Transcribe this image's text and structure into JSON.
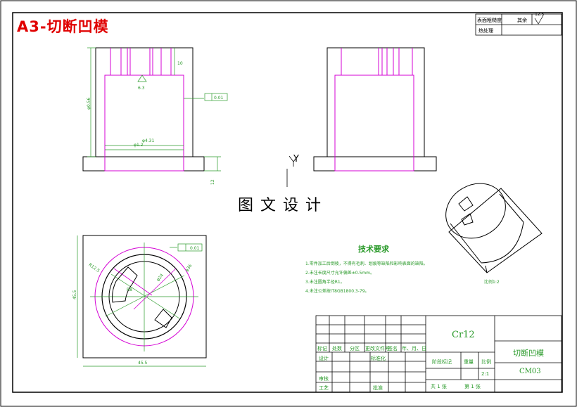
{
  "title": "A3-切断凹模",
  "brand_text": "图文设计",
  "tech_requirements": {
    "heading": "技术要求",
    "items": [
      "1.零件加工后倒棱，不得有毛刺、划痕等缺陷和影响表面的缺陷。",
      "2.未注长度尺寸允许偏差±0.5mm。",
      "3.未注圆角半径R1。",
      "4.未注公差按IT8GB1800.3-79。"
    ]
  },
  "scale_note": "比例1:2",
  "corner_table": {
    "roughness_label": "表面粗糙度",
    "roughness_value": "其余",
    "roughness_symbol": "12.5",
    "heat_treatment_label": "热处理"
  },
  "title_block": {
    "material": "Cr12",
    "part_name": "切断凹模",
    "drawing_code": "CM03",
    "scale_value": "2:1",
    "headers": [
      "标记",
      "处数",
      "分区",
      "更改文件号",
      "签名",
      "年、月、日"
    ],
    "design_label": "设计",
    "standardization_label": "标准化",
    "review_label": "审核",
    "process_label": "工艺",
    "approve_label": "批准",
    "stage_label": "阶段标记",
    "weight_label": "重量",
    "scale_label": "比例",
    "sheets_label": "共 1 张",
    "sheet_label": "第 1 张"
  },
  "dimensions": {
    "front_height_total": "φ0.56",
    "front_height_top": "10",
    "front_base_thickness": "12",
    "front_inner_width_a": "φ4.31",
    "front_inner_width_b": "φ1.2",
    "front_surface_symbol": "6.3",
    "front_tolerance": "0.01",
    "top_width": "45.5",
    "top_height": "45.5",
    "top_tolerance": "0.01",
    "top_radius_a": "R12.5",
    "top_radius_b": "R8",
    "top_dia_outer": "φ36",
    "top_dia_inner": "φ24"
  },
  "axis_label": "Y",
  "colors": {
    "green": "#2a9a2a",
    "magenta": "#d400d4",
    "red": "#e00000",
    "black": "#000000"
  }
}
